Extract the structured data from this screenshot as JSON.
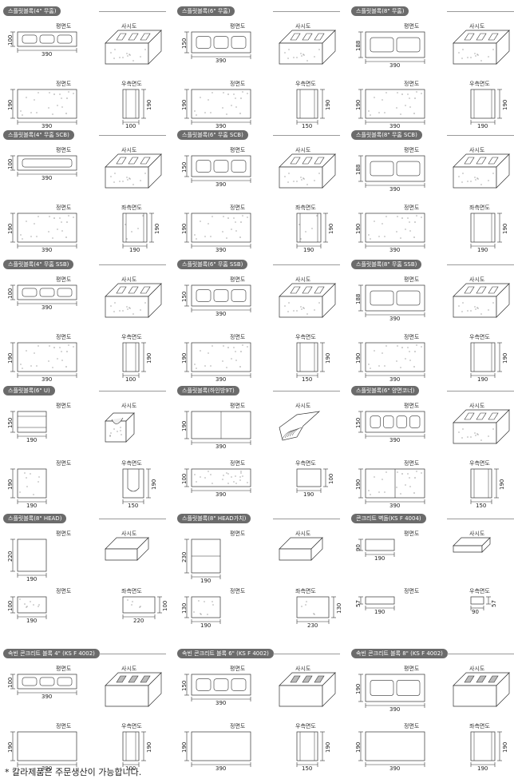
{
  "view_labels": {
    "plan": "평면도",
    "iso": "사시도",
    "front": "정면도",
    "right": "우측면도",
    "right_alt": "좌측면도"
  },
  "blocks": [
    {
      "title": "스플릿블록(4\" 무홈)",
      "dims": {
        "plan_h": "100",
        "plan_w": "390",
        "front_h": "190",
        "front_w": "390",
        "side_w": "100",
        "side_h": "190"
      },
      "side_label": "right"
    },
    {
      "title": "스플릿블록(6\" 무홈)",
      "dims": {
        "plan_h": "150",
        "plan_w": "390",
        "front_h": "190",
        "front_w": "390",
        "side_w": "150",
        "side_h": "190"
      },
      "side_label": "right"
    },
    {
      "title": "스플릿블록(8\" 무홈)",
      "dims": {
        "plan_h": "188",
        "plan_w": "390",
        "front_h": "190",
        "front_w": "390",
        "side_w": "190",
        "side_h": "190"
      },
      "side_label": "right"
    },
    {
      "title": "스플릿블록(4\" 무홈 SCB)",
      "dims": {
        "plan_h": "100",
        "plan_w": "390",
        "front_h": "190",
        "front_w": "390",
        "side_w": "190",
        "side_h": "190"
      },
      "side_label": "right_alt"
    },
    {
      "title": "스플릿블록(6\" 무홈 SCB)",
      "dims": {
        "plan_h": "150",
        "plan_w": "390",
        "front_h": "190",
        "front_w": "390",
        "side_w": "190",
        "side_h": "190"
      },
      "side_label": "right_alt"
    },
    {
      "title": "스플릿블록(8\" 무홈 SCB)",
      "dims": {
        "plan_h": "188",
        "plan_w": "390",
        "front_h": "190",
        "front_w": "390",
        "side_w": "190",
        "side_h": "190"
      },
      "side_label": "right_alt"
    },
    {
      "title": "스플릿블록(4\" 무홈 SSB)",
      "dims": {
        "plan_h": "100",
        "plan_w": "390",
        "front_h": "190",
        "front_w": "390",
        "side_w": "100",
        "side_h": "190"
      },
      "side_label": "right"
    },
    {
      "title": "스플릿블록(6\" 무홈 SSB)",
      "dims": {
        "plan_h": "150",
        "plan_w": "390",
        "front_h": "190",
        "front_w": "390",
        "side_w": "150",
        "side_h": "190"
      },
      "side_label": "right"
    },
    {
      "title": "스플릿블록(8\" 무홈 SSB)",
      "dims": {
        "plan_h": "188",
        "plan_w": "390",
        "front_h": "190",
        "front_w": "390",
        "side_w": "190",
        "side_h": "190"
      },
      "side_label": "right"
    },
    {
      "title": "스플릿블록(6\" U)",
      "dims": {
        "plan_h": "150",
        "plan_w": "190",
        "front_h": "190",
        "front_w": "190",
        "side_w": "150",
        "side_h": "190"
      },
      "side_label": "right"
    },
    {
      "title": "스플릿블록(하인방9T)",
      "dims": {
        "plan_h": "190",
        "plan_w": "390",
        "front_h": "100",
        "front_w": "390",
        "side_w": "190",
        "side_h": "100"
      },
      "side_label": "right"
    },
    {
      "title": "스플릿블록(6\" 양면코너)",
      "dims": {
        "plan_h": "150",
        "plan_w": "390",
        "front_h": "190",
        "front_w": "390",
        "side_w": "150",
        "side_h": "190"
      },
      "side_label": "right"
    },
    {
      "title": "스플릿블록(8\" HEAD)",
      "dims": {
        "plan_h": "220",
        "plan_w": "190",
        "front_h": "100",
        "front_w": "190",
        "side_w": "220",
        "side_h": "100"
      },
      "side_label": "right_alt"
    },
    {
      "title": "스플릿블록(8\" HEAD가치)",
      "dims": {
        "plan_h": "230",
        "plan_w": "190",
        "front_h": "130",
        "front_w": "190",
        "side_w": "230",
        "side_h": "130"
      },
      "side_label": "right_alt"
    },
    {
      "title": "콘크리트 벽돌(KS F 4004)",
      "dims": {
        "plan_h": "90",
        "plan_w": "190",
        "front_h": "57",
        "front_w": "190",
        "side_w": "90",
        "side_h": "57"
      },
      "side_label": "right"
    },
    {
      "title": "속빈 콘크리트 블록 4\" (KS F 4002)",
      "dims": {
        "plan_h": "100",
        "plan_w": "390",
        "front_h": "190",
        "front_w": "390",
        "side_w": "100",
        "side_h": "190"
      },
      "side_label": "right"
    },
    {
      "title": "속빈 콘크리트 블록 6\" (KS F 4002)",
      "dims": {
        "plan_h": "150",
        "plan_w": "390",
        "front_h": "190",
        "front_w": "390",
        "side_w": "150",
        "side_h": "190"
      },
      "side_label": "right"
    },
    {
      "title": "속빈 콘크리트 블록 8\" (KS F 4002)",
      "dims": {
        "plan_h": "190",
        "plan_w": "390",
        "front_h": "190",
        "front_w": "390",
        "side_w": "190",
        "side_h": "190"
      },
      "side_label": "right_alt"
    }
  ],
  "footnote": "* 칼라제품은 주문생산이 가능합니다."
}
